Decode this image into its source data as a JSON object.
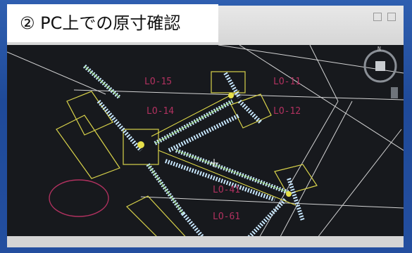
{
  "caption": {
    "text": "② PC上での原寸確認"
  },
  "drawing": {
    "labels": [
      "LO-15",
      "LO-11",
      "LO-14",
      "LO-12",
      "LO-41",
      "LO-61"
    ]
  },
  "colors": {
    "background": "#17191d",
    "member_outline": "#e6e04a",
    "hatch": "#c8e8ff",
    "label": "#b0315f",
    "grid": "#e8e8e8"
  },
  "icons": [
    "navigation-cube-icon",
    "compass-icon"
  ]
}
